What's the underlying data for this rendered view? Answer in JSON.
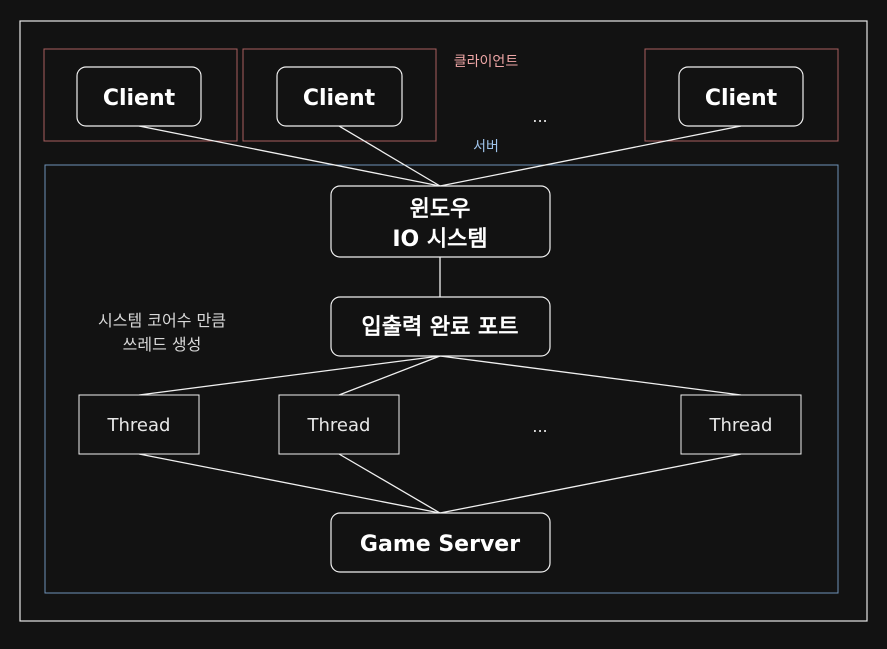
{
  "labels": {
    "client_group": "클라이언트",
    "server_group": "서버",
    "clients": [
      "Client",
      "Client",
      "Client"
    ],
    "client_ellipsis": "...",
    "windows_io_line1": "윈도우",
    "windows_io_line2": "IO 시스템",
    "iocp": "입출력 완료 포트",
    "note_line1": "시스템 코어수 만큼",
    "note_line2": "쓰레드 생성",
    "threads": [
      "Thread",
      "Thread",
      "Thread"
    ],
    "thread_ellipsis": "...",
    "game_server": "Game Server"
  },
  "colors": {
    "background": "#121212",
    "client_group_border": "#a85f5f",
    "client_group_label": "#f0a7a7",
    "server_group_border": "#6f93b8",
    "server_group_label": "#9fc3ea",
    "node_border": "#f0f0f0"
  }
}
